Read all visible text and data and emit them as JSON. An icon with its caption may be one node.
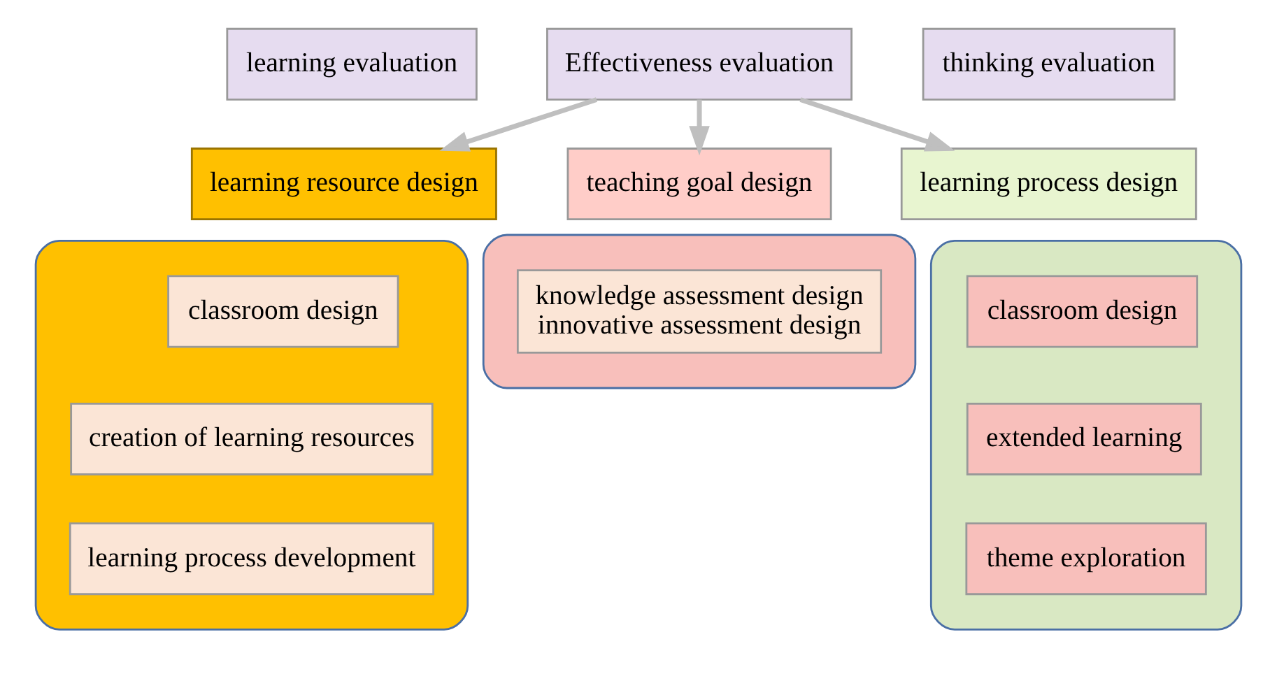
{
  "diagram": {
    "nodes": [
      {
        "text": [
          "learning evaluation"
        ]
      },
      {
        "text": [
          "Effectiveness evaluation"
        ]
      },
      {
        "text": [
          "thinking evaluation"
        ]
      },
      {
        "text": [
          "learning resource design"
        ]
      },
      {
        "text": [
          "teaching goal design"
        ]
      },
      {
        "text": [
          "learning process design"
        ]
      },
      {
        "text": [],
        "shape": "scroll"
      },
      {
        "text": [
          "classroom design"
        ],
        "in": 6
      },
      {
        "text": [
          "creation of learning resources"
        ],
        "in": 6
      },
      {
        "text": [
          "learning process development"
        ],
        "in": 6
      },
      {
        "text": [],
        "shape": "scroll"
      },
      {
        "text": [
          "knowledge assessment design",
          "innovative assessment design"
        ],
        "in": 10
      },
      {
        "text": [],
        "shape": "scroll"
      },
      {
        "text": [
          "classroom design"
        ],
        "in": 12
      },
      {
        "text": [
          "extended learning"
        ],
        "in": 12
      },
      {
        "text": [
          "theme exploration"
        ],
        "in": 12
      }
    ],
    "edges": [
      {
        "from": 1,
        "to": 3,
        "arrow": "to"
      },
      {
        "from": 1,
        "to": 4,
        "arrow": "to"
      },
      {
        "from": 1,
        "to": 5,
        "arrow": "to"
      }
    ]
  }
}
